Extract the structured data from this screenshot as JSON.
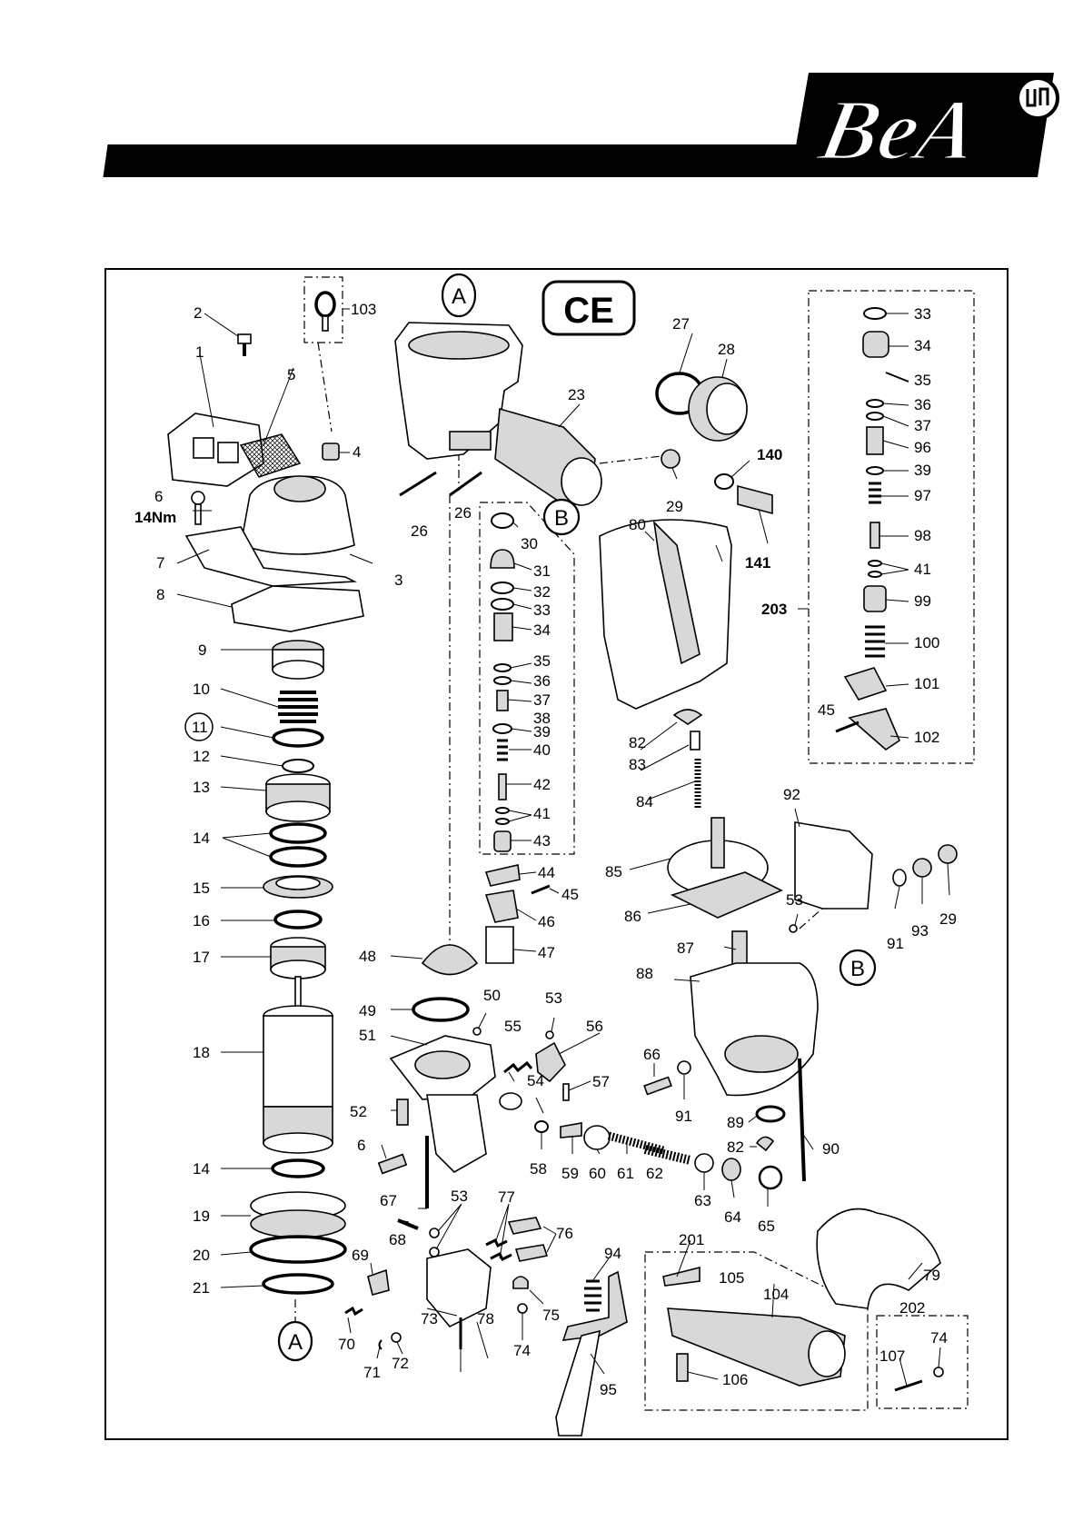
{
  "brand": {
    "name": "BeA"
  },
  "marks": {
    "ce": "CE"
  },
  "callouts": {
    "a_top": "A",
    "a_bottom": "A",
    "b_handle": "B",
    "b_magazine": "B"
  },
  "annotations": {
    "torque": "14Nm"
  },
  "parts": {
    "p1": "1",
    "p2": "2",
    "p3": "3",
    "p4": "4",
    "p5": "5",
    "p6": "6",
    "p6b": "6",
    "p7": "7",
    "p8": "8",
    "p9": "9",
    "p10": "10",
    "p11": "11",
    "p12": "12",
    "p13": "13",
    "p14a": "14",
    "p14b": "14",
    "p15": "15",
    "p16": "16",
    "p17": "17",
    "p18": "18",
    "p19": "19",
    "p20": "20",
    "p21": "21",
    "p23": "23",
    "p26a": "26",
    "p26b": "26",
    "p27": "27",
    "p28": "28",
    "p29a": "29",
    "p29b": "29",
    "p30": "30",
    "p31": "31",
    "p32": "32",
    "p33": "33",
    "p34": "34",
    "p35": "35",
    "p36": "36",
    "p37": "37",
    "p38": "38",
    "p39": "39",
    "p40": "40",
    "p41": "41",
    "p42": "42",
    "p43": "43",
    "p44": "44",
    "p45": "45",
    "p46": "46",
    "p47": "47",
    "p48": "48",
    "p49": "49",
    "p50": "50",
    "p51": "51",
    "p52": "52",
    "p53a": "53",
    "p53b": "53",
    "p53c": "53",
    "p54": "54",
    "p55": "55",
    "p56": "56",
    "p57": "57",
    "p58": "58",
    "p59": "59",
    "p60": "60",
    "p61": "61",
    "p62": "62",
    "p63": "63",
    "p64": "64",
    "p65": "65",
    "p66": "66",
    "p67": "67",
    "p68": "68",
    "p69": "69",
    "p70": "70",
    "p71": "71",
    "p72": "72",
    "p73": "73",
    "p74a": "74",
    "p74b": "74",
    "p75": "75",
    "p76": "76",
    "p77": "77",
    "p78": "78",
    "p79": "79",
    "p80": "80",
    "p82a": "82",
    "p82b": "82",
    "p83": "83",
    "p84": "84",
    "p85": "85",
    "p86": "86",
    "p87": "87",
    "p88": "88",
    "p89": "89",
    "p90": "90",
    "p91a": "91",
    "p91b": "91",
    "p92": "92",
    "p93": "93",
    "p94": "94",
    "p95": "95",
    "p103": "103",
    "p104": "104",
    "p105": "105",
    "p106": "106",
    "p107": "107",
    "p140": "140",
    "p141": "141",
    "k33": "33",
    "k34": "34",
    "k35": "35",
    "k36": "36",
    "k37": "37",
    "k96": "96",
    "k39": "39",
    "k97": "97",
    "k98": "98",
    "k41": "41",
    "k99": "99",
    "k100": "100",
    "k101": "101",
    "k45": "45",
    "k102": "102",
    "k203": "203",
    "k201": "201",
    "k202": "202"
  }
}
